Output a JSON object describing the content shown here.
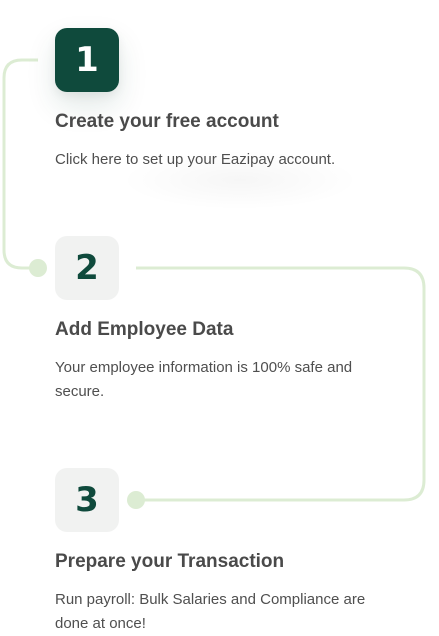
{
  "steps": [
    {
      "number": "1",
      "title": "Create your free account",
      "description": "Click here to set up your Eazipay account.",
      "state": "active"
    },
    {
      "number": "2",
      "title": "Add Employee Data",
      "description": "Your employee information is 100% safe and secure.",
      "state": "inactive"
    },
    {
      "number": "3",
      "title": "Prepare your Transaction",
      "description": "Run payroll: Bulk Salaries and Compliance are done at once!",
      "state": "inactive"
    }
  ],
  "colors": {
    "accent_dark_green": "#0f4a3c",
    "connector_light_green": "#dcecd3",
    "inactive_badge_bg": "#f1f2f1",
    "title_text": "#4a4a4a",
    "body_text": "#4f4f4f"
  }
}
